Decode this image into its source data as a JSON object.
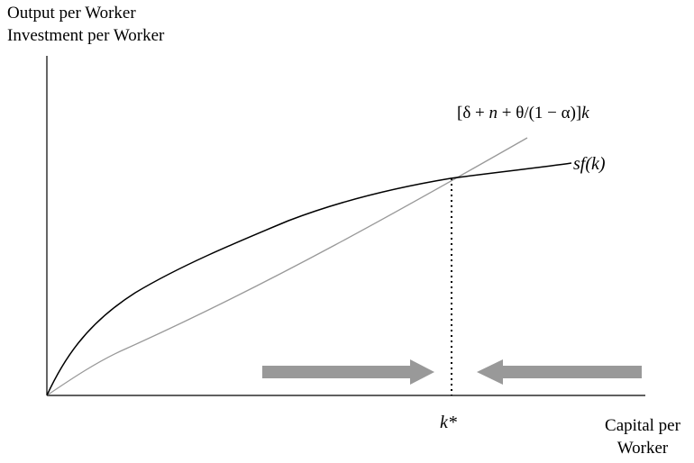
{
  "y_axis_label": {
    "line1": "Output per Worker",
    "line2": "Investment per Worker"
  },
  "x_axis_label": {
    "line1": "Capital per",
    "line2": "Worker"
  },
  "steady_state_label": "k*",
  "investment_line_label": {
    "prefix": "[δ + ",
    "n": "n",
    "suffix": " + θ/(1 − α)]",
    "k": "k"
  },
  "production_curve_label": "sf(k)",
  "colors": {
    "axis": "#000000",
    "curve": "#000000",
    "line": "#999999",
    "arrows": "#999999"
  },
  "arrows": {
    "left_arrow_direction": "right",
    "right_arrow_direction": "left"
  }
}
